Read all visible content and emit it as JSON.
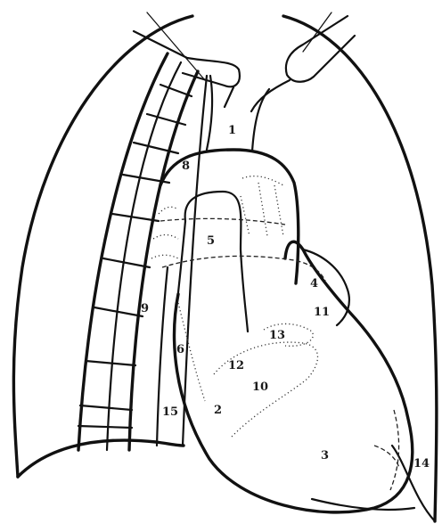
{
  "figure": {
    "labels": [
      {
        "id": "label-1",
        "text": "1"
      },
      {
        "id": "label-2",
        "text": "2"
      },
      {
        "id": "label-3",
        "text": "3"
      },
      {
        "id": "label-4",
        "text": "4"
      },
      {
        "id": "label-5",
        "text": "5"
      },
      {
        "id": "label-6",
        "text": "6"
      },
      {
        "id": "label-8",
        "text": "8"
      },
      {
        "id": "label-9",
        "text": "9"
      },
      {
        "id": "label-10",
        "text": "10"
      },
      {
        "id": "label-11",
        "text": "11"
      },
      {
        "id": "label-12",
        "text": "12"
      },
      {
        "id": "label-13",
        "text": "13"
      },
      {
        "id": "label-14",
        "text": "14"
      },
      {
        "id": "label-15",
        "text": "15"
      }
    ]
  }
}
